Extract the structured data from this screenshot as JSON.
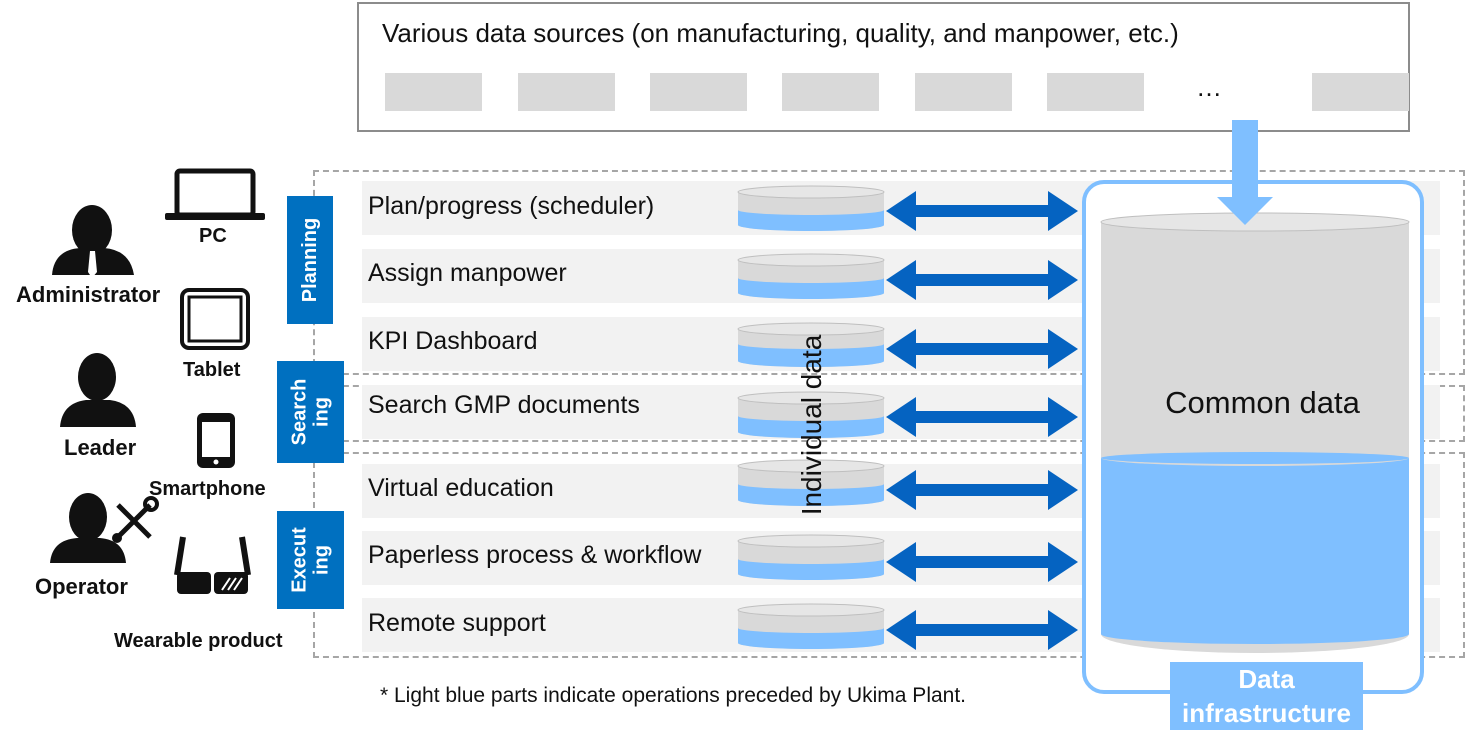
{
  "sources": {
    "title": "Various data sources (on manufacturing, quality, and manpower, etc.)",
    "ellipsis": "…"
  },
  "users": [
    {
      "label": "Administrator",
      "icon": "person-tie-icon"
    },
    {
      "label": "Leader",
      "icon": "person-icon"
    },
    {
      "label": "Operator",
      "icon": "person-tools-icon"
    }
  ],
  "devices": [
    {
      "label": "PC",
      "icon": "laptop-icon"
    },
    {
      "label": "Tablet",
      "icon": "tablet-icon"
    },
    {
      "label": "Smartphone",
      "icon": "smartphone-icon"
    },
    {
      "label": "Wearable product",
      "icon": "smart-glasses-icon"
    }
  ],
  "phases": {
    "planning": "Planning",
    "searching": "Search ing",
    "executing": "Execut ing"
  },
  "rows": [
    "Plan/progress (scheduler)",
    "Assign manpower",
    "KPI Dashboard",
    "Search GMP documents",
    "Virtual education",
    "Paperless process & workflow",
    "Remote support"
  ],
  "individual_label": "Individual data",
  "common_label": "Common data",
  "infra_label": "Data infrastructure",
  "footnote": "* Light blue parts indicate operations preceded by Ukima Plant.",
  "colors": {
    "phase_tag": "#0070c0",
    "light_blue": "#7fbfff",
    "arrow_blue": "#0563c1",
    "gray_block": "#d9d9d9"
  }
}
